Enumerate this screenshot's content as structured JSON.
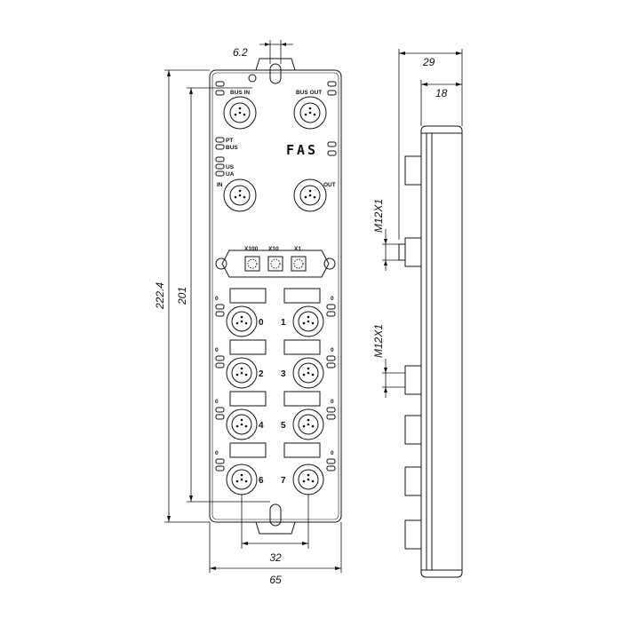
{
  "dimensions": {
    "hole_offset": "6.2",
    "total_height": "222.4",
    "hole_spacing_v": "201",
    "port_spacing_h": "32",
    "total_width": "65",
    "side_depth": "29",
    "side_depth_inner": "18",
    "thread_top": "M12X1",
    "thread_bottom": "M12X1"
  },
  "labels": {
    "bus_in": "BUS IN",
    "bus_out": "BUS OUT",
    "brand": "FAS",
    "pt": "PT",
    "bus": "BUS",
    "us": "US",
    "ua": "UA",
    "in": "IN",
    "out": "OUT",
    "x100": "X100",
    "x10": "X10",
    "x1": "X1"
  },
  "ports": [
    "0",
    "1",
    "2",
    "3",
    "4",
    "5",
    "6",
    "7"
  ],
  "led_labels": [
    "0",
    "0",
    "0",
    "0",
    "0",
    "0",
    "0",
    "0"
  ]
}
